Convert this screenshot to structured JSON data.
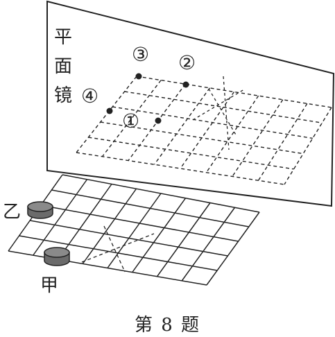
{
  "mirror": {
    "label_chars": [
      "平",
      "面",
      "镜"
    ]
  },
  "positions": [
    {
      "id": "1",
      "label": "①"
    },
    {
      "id": "2",
      "label": "②"
    },
    {
      "id": "3",
      "label": "③"
    },
    {
      "id": "4",
      "label": "④"
    }
  ],
  "pieces": {
    "jia": "甲",
    "yi": "乙"
  },
  "caption": "第 8 题",
  "colors": {
    "ink": "#222222",
    "piece_body": "#6b6b6b",
    "piece_top": "#8a8a8a"
  }
}
